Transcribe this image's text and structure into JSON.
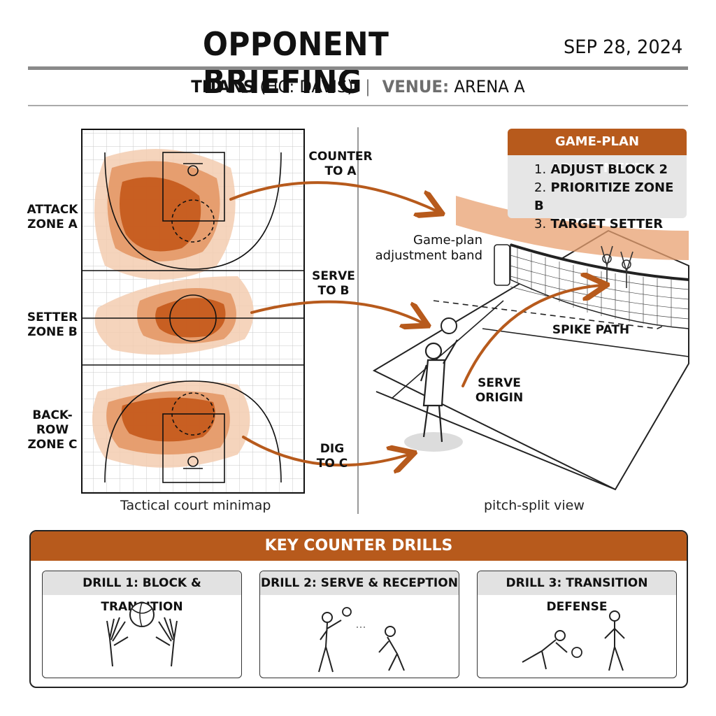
{
  "header": {
    "title": "OPPONENT BRIEFING",
    "date": "SEP 28, 2024",
    "team": "TITANS",
    "coach": "(HC: DAVIS)",
    "separator": "|",
    "venue_label": "VENUE:",
    "venue_value": "ARENA A"
  },
  "minimap": {
    "caption": "Tactical court minimap",
    "zones": [
      {
        "line1": "ATTACK",
        "line2": "ZONE A"
      },
      {
        "line1": "SETTER",
        "line2": "ZONE B"
      },
      {
        "line1": "BACK-ROW",
        "line2": "ZONE C"
      }
    ]
  },
  "arrows": [
    {
      "line1": "COUNTER",
      "line2": "TO A"
    },
    {
      "line1": "SERVE",
      "line2": "TO B"
    },
    {
      "line1": "DIG",
      "line2": "TO C"
    }
  ],
  "pitch_view": {
    "caption": "pitch-split view",
    "band_label_line1": "Game-plan",
    "band_label_line2": "adjustment band",
    "spike_path": "SPIKE PATH",
    "serve_origin_line1": "SERVE",
    "serve_origin_line2": "ORIGIN"
  },
  "game_plan": {
    "title": "GAME-PLAN ADJUSTMENT",
    "items": [
      {
        "num": "1.",
        "text": "ADJUST BLOCK 2"
      },
      {
        "num": "2.",
        "text": "PRIORITIZE ZONE B"
      },
      {
        "num": "3.",
        "text": "TARGET SETTER"
      }
    ]
  },
  "drills": {
    "title": "KEY COUNTER DRILLS",
    "items": [
      {
        "title": "DRILL 1: BLOCK & TRANSITION"
      },
      {
        "title": "DRILL 2: SERVE & RECEPTION"
      },
      {
        "title": "DRILL 3: TRANSITION DEFENSE"
      }
    ]
  },
  "colors": {
    "accent": "#b75a1c",
    "heat_light": "#f3cdb0",
    "heat_mid": "#e39461",
    "heat_dark": "#c4581a",
    "panel_gray": "#e6e6e6"
  }
}
